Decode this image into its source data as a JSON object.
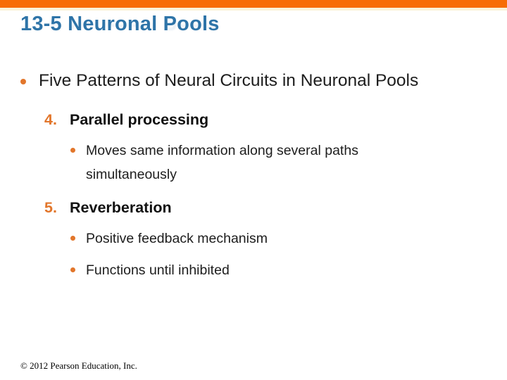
{
  "colors": {
    "accent-orange": "#f76d06",
    "cream": "#faf3da",
    "title-blue": "#2e74a8",
    "bullet-orange": "#e2762b",
    "text-dark": "#1d1d1d"
  },
  "slide": {
    "title": "13-5 Neuronal Pools",
    "main_bullet": "Five Patterns of Neural Circuits in Neuronal Pools",
    "items": [
      {
        "number": "4.",
        "heading": "Parallel processing",
        "sub_bullets": [
          "Moves same information along several paths simultaneously"
        ]
      },
      {
        "number": "5.",
        "heading": "Reverberation",
        "sub_bullets": [
          "Positive feedback mechanism",
          "Functions until inhibited"
        ]
      }
    ],
    "footer": "© 2012 Pearson Education, Inc."
  }
}
